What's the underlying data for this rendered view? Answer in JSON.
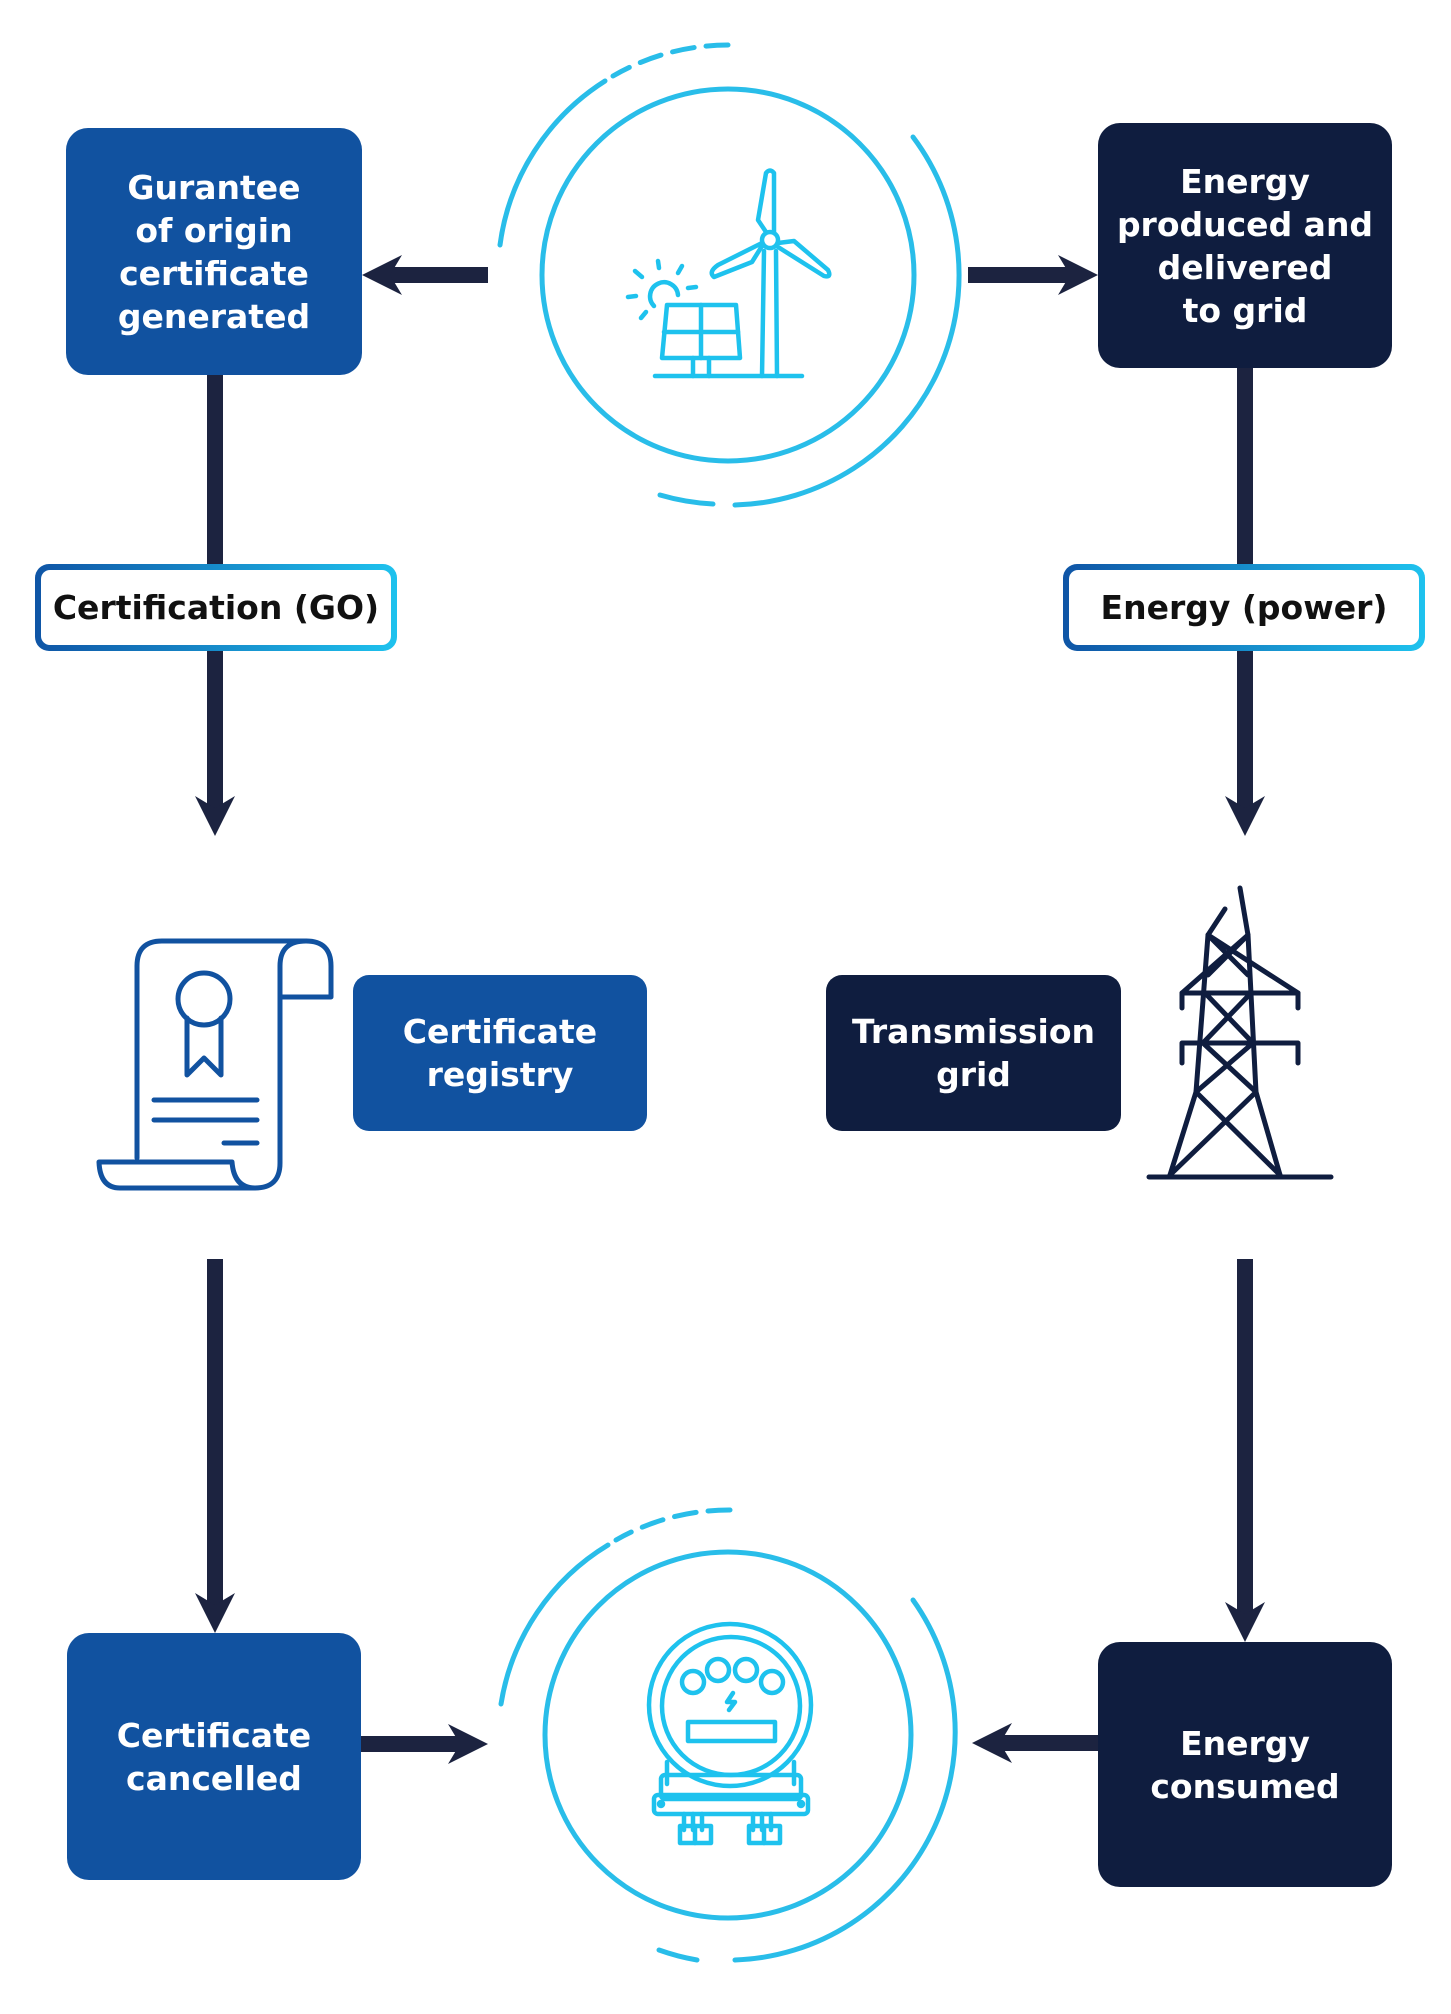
{
  "title": "Guarantee of origin certificate and energy flow",
  "colors": {
    "certificate_blue": "#1152a0",
    "energy_navy": "#0f1d3f",
    "arrow": "#1c2340",
    "icon_cyan": "#29bde9",
    "label_border_start": "#0f55a6",
    "label_border_end": "#1ec2ee"
  },
  "nodes": {
    "go_generated": "Gurantee\nof origin\ncertificate\ngenerated",
    "energy_produced": "Energy\nproduced and\ndelivered\nto grid",
    "certificate_registry": "Certificate\nregistry",
    "transmission_grid": "Transmission\ngrid",
    "certificate_cancelled": "Certificate\ncancelled",
    "energy_consumed": "Energy\nconsumed"
  },
  "labels": {
    "certification": "Certification (GO)",
    "energy_power": "Energy (power)"
  },
  "icons": {
    "source": "renewable-energy-icon",
    "registry": "certificate-scroll-icon",
    "grid": "transmission-tower-icon",
    "consumer": "electric-meter-icon"
  }
}
